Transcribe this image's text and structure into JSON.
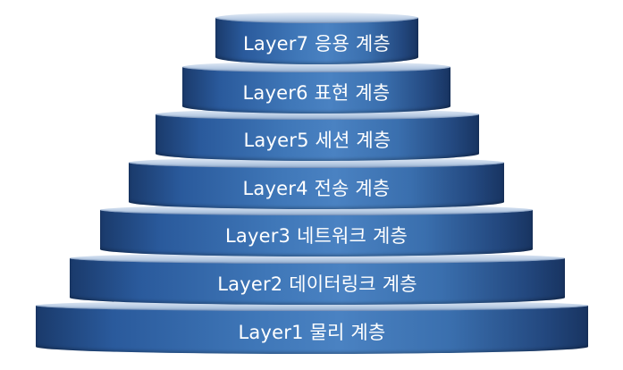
{
  "layers": [
    {
      "label": "Layer7 응용 계층"
    },
    {
      "label": "Layer6 표현 계층"
    },
    {
      "label": "Layer5 세션 계층"
    },
    {
      "label": "Layer4 전송 계층"
    },
    {
      "label": "Layer3 네트워크 계층"
    },
    {
      "label": "Layer2 데이터링크 계층"
    },
    {
      "label": "Layer1 물리 계층"
    }
  ]
}
